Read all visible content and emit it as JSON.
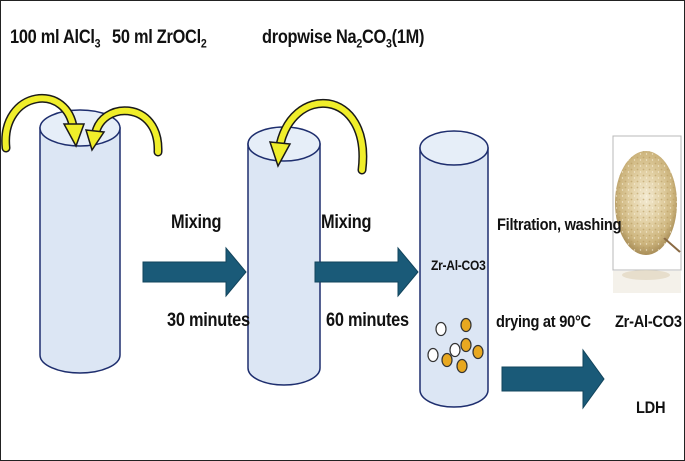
{
  "reagents": {
    "alcl3": {
      "prefix": "100 ml AlCl",
      "sub": "3"
    },
    "zrocl2": {
      "prefix": "50 ml ZrOCl",
      "sub": "2"
    },
    "na2co3": {
      "pre": "dropwise Na",
      "sub1": "2",
      "mid": "CO",
      "sub2": "3",
      "post": "(1M)"
    }
  },
  "steps": {
    "mixing1": "Mixing",
    "time1": "30 minutes",
    "mixing2": "Mixing",
    "time2": "60 minutes",
    "filtration": "Filtration, washing",
    "drying": "drying at 90°C"
  },
  "products": {
    "intermediate": "Zr-Al-CO3",
    "final_name": "Zr-Al-CO3",
    "final_type": "LDH"
  },
  "colors": {
    "cylinder_fill": "#dce6f4",
    "cylinder_stroke": "#1e2e6e",
    "arrow_fill": "#1a5a78",
    "curved_arrow": "#f0ee2a",
    "particle_orange": "#e8a820"
  }
}
